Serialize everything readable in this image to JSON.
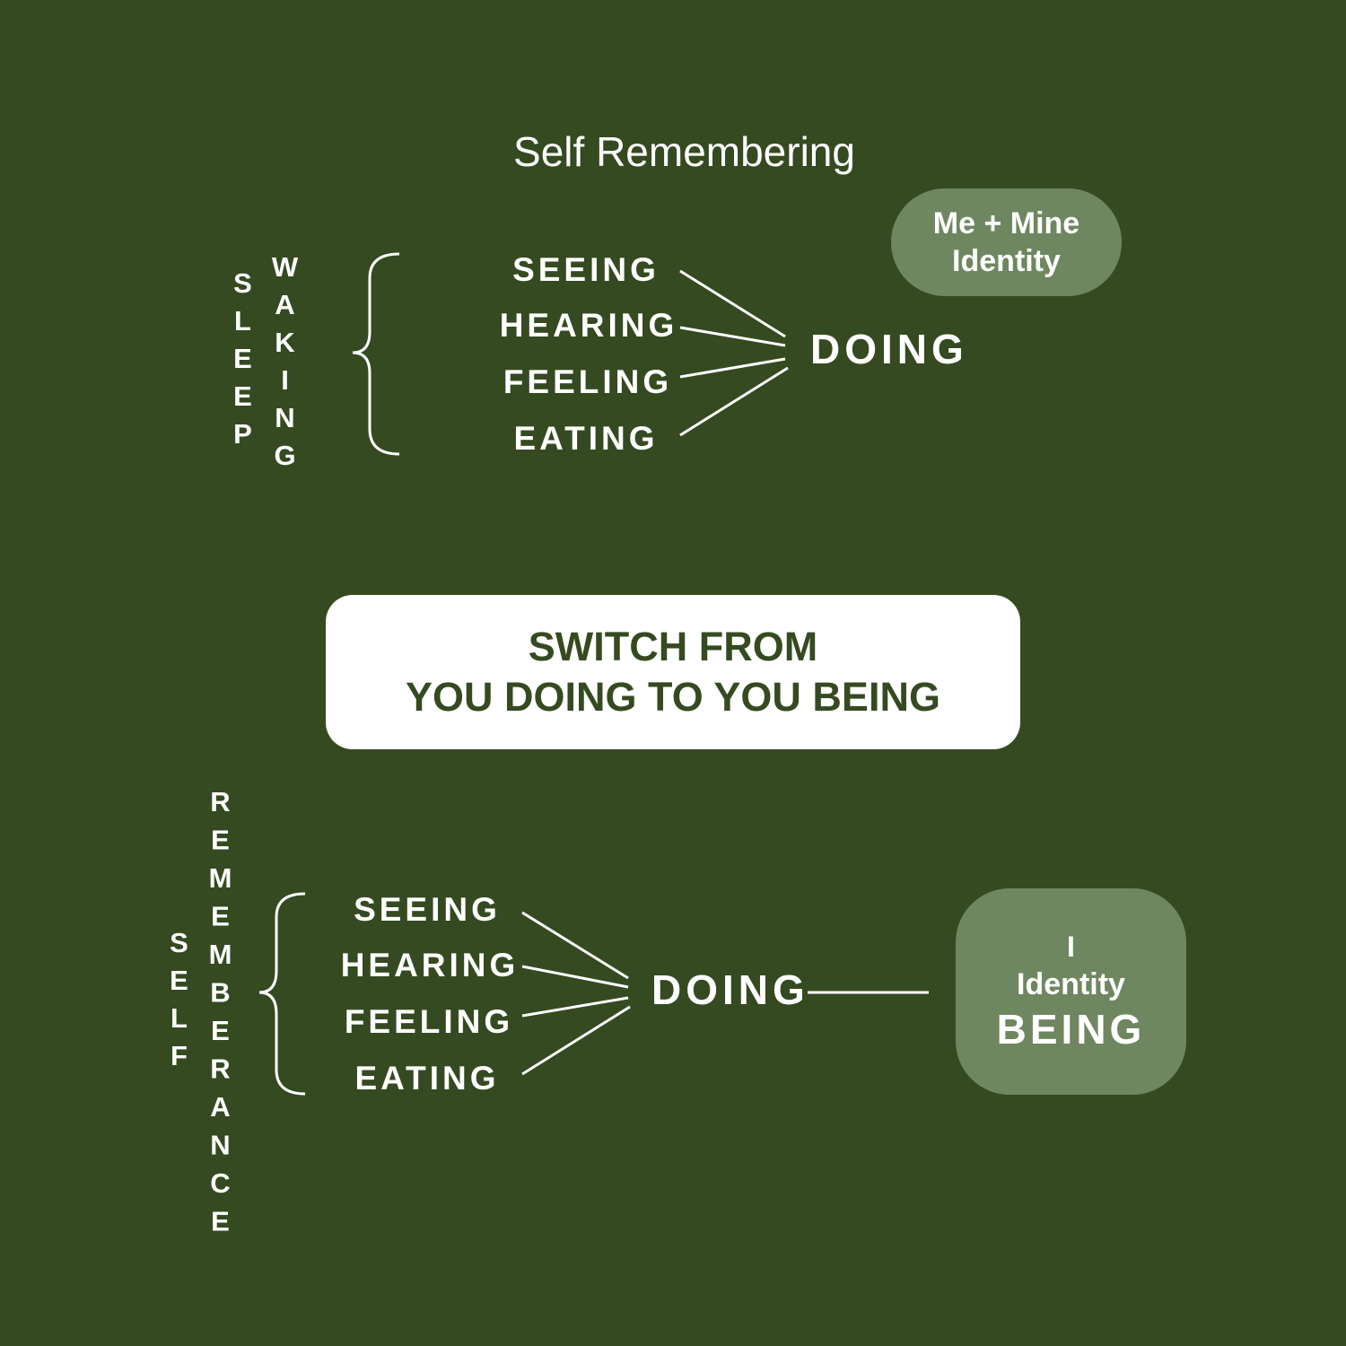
{
  "title": "Self Remembering",
  "top": {
    "vertical_left": "SLEEP",
    "vertical_right": "WAKING",
    "senses": [
      "SEEING",
      "HEARING",
      "FEELING",
      "EATING"
    ],
    "result": "DOING",
    "identity_badge": {
      "line1": "Me + Mine",
      "line2": "Identity"
    }
  },
  "switch": {
    "line1": "SWITCH FROM",
    "line2": "YOU DOING TO YOU BEING"
  },
  "bottom": {
    "vertical_left": "SELF",
    "vertical_right": "REMEMBERANCE",
    "senses": [
      "SEEING",
      "HEARING",
      "FEELING",
      "EATING"
    ],
    "result": "DOING",
    "identity_badge": {
      "line1": "I",
      "line2": "Identity",
      "line3": "BEING"
    }
  },
  "colors": {
    "background": "#364a21",
    "badge": "#6f8760",
    "text": "#ffffff"
  }
}
